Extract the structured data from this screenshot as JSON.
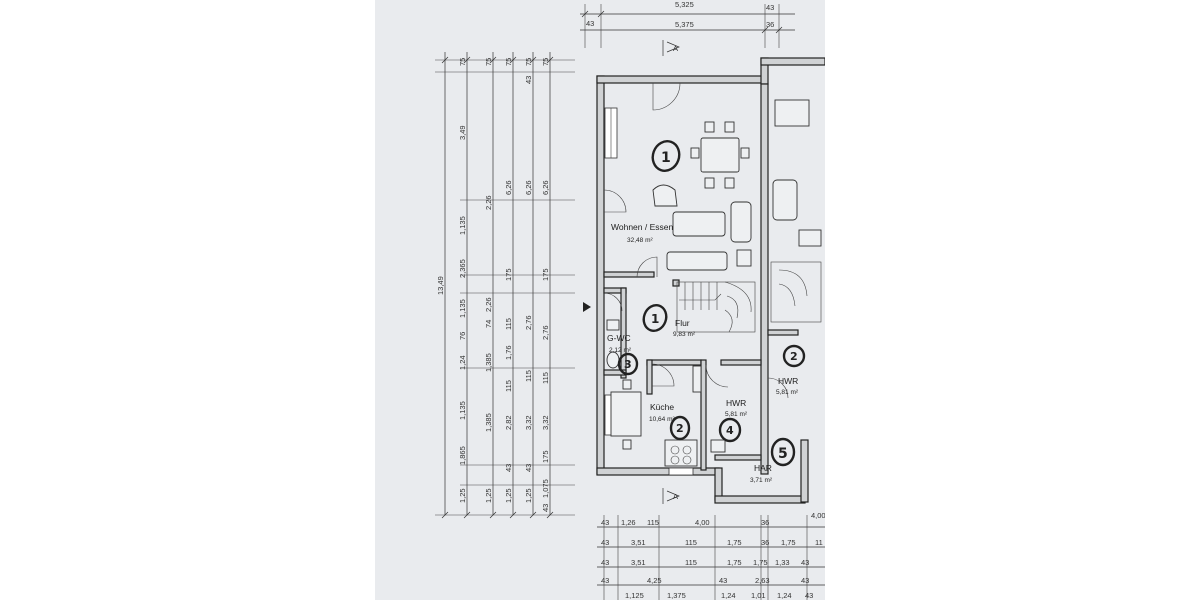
{
  "top_dims": {
    "overall": "5,325",
    "width": "5,375",
    "wall_left": "43",
    "wall_right": "43",
    "wall_mid": "36"
  },
  "vertical_dims": {
    "total": "13,49",
    "col2": [
      "75",
      "3,49",
      "1,135",
      "2,365",
      "1,135",
      "76",
      "1,24",
      "1,135",
      "1,865",
      "1,25"
    ],
    "col3": [
      "75",
      "2,26",
      "2,26",
      "74",
      "1,385",
      "1,385",
      "1,25"
    ],
    "col4": [
      "75",
      "6,26",
      "175",
      "115",
      "1,76",
      "115",
      "2,82",
      "43",
      "1,25"
    ],
    "col5": [
      "43",
      "75",
      "6,26",
      "2,76",
      "115",
      "3,32",
      "43",
      "1,25"
    ],
    "col6": [
      "75",
      "6,26",
      "175",
      "2,76",
      "115",
      "3,32",
      "175",
      "1,075",
      "43"
    ]
  },
  "rooms": {
    "wohnen": {
      "name": "Wohnen / Essen",
      "area": "32,48 m²"
    },
    "flur": {
      "name": "Flur",
      "area": "9,83 m²"
    },
    "wc": {
      "name": "G-WC",
      "area": "2,12 m²"
    },
    "kueche": {
      "name": "Küche",
      "area": "10,64 m²"
    },
    "hwr": {
      "name": "HWR",
      "area": "5,81 m²"
    },
    "hwr2": {
      "name": "HWR",
      "area": "5,81 m²"
    },
    "har": {
      "name": "HAR",
      "area": "3,71 m²"
    }
  },
  "section_marks": {
    "top": "A",
    "bottom": "A"
  },
  "handwritten_marks": [
    "1",
    "1",
    "3",
    "2",
    "4",
    "2",
    "5"
  ],
  "bottom_dims": {
    "row1": [
      "43",
      "1,26",
      "115",
      "4,00",
      "36",
      "4,00"
    ],
    "row2": [
      "43",
      "3,51",
      "115",
      "1,75",
      "36",
      "1,75",
      "11"
    ],
    "row3": [
      "43",
      "3,51",
      "115",
      "1,75",
      "1,75",
      "1,33",
      "43"
    ],
    "row4": [
      "43",
      "4,25",
      "43",
      "2,63",
      "43"
    ],
    "row5": [
      "1,125",
      "1,375",
      "1,24",
      "1,01",
      "1,24",
      "43"
    ]
  }
}
